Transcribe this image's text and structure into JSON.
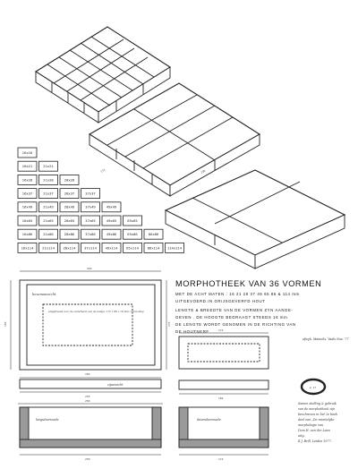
{
  "title": "MORPHOTHEEK VAN 36 VORMEN",
  "description_lines": [
    "MET DE ACHT MATEN : 16  21  28  37  49  65  86  & 114 mm",
    "UITGEVOERD IN GRIJSGEVERFD HOUT",
    "LENGTE & BREEDTE VAN DE VORMEN ZYN AANGE-",
    "GEVEN . DE HOOGTE BEDRAAGT STEEDS 16 mm",
    "DE LENGTE WORDT GENOMEN IN DE RICHTING VAN",
    "DE HOUTNERF"
  ],
  "size_table": [
    [
      "16x16"
    ],
    [
      "16x21",
      "21x21"
    ],
    [
      "16x28",
      "21x28",
      "28x28"
    ],
    [
      "16x37",
      "21x37",
      "28x37",
      "37x37"
    ],
    [
      "16x49",
      "21x49",
      "28x49",
      "37x49",
      "49x49"
    ],
    [
      "16x65",
      "21x65",
      "28x65",
      "37x65",
      "49x65",
      "65x65"
    ],
    [
      "16x86",
      "21x86",
      "28x86",
      "37x86",
      "49x86",
      "65x86",
      "86x86"
    ],
    [
      "16x114",
      "21x114",
      "28x114",
      "37x114",
      "49x114",
      "65x114",
      "86x114",
      "114x114"
    ]
  ],
  "isometric_dims": {
    "middle_depth": "172",
    "middle_length": "230"
  },
  "plan_labels": {
    "front_label": "bovenaanzicht",
    "note_box": "uitgefreesd voor de onderkant van de kastje; 172 x 86 x 16 mm; 3 mm diep",
    "side_label": "zijaanzicht",
    "cross_label_left": "langsdoorsnede",
    "cross_label_right": "dwarsdoorsnede",
    "stamp_text": "afwyk. Mamelis. Vaals Nov. '77"
  },
  "dimensions": {
    "top_overall": "240",
    "left_h": "150",
    "plan_w": "230",
    "side_h": "173",
    "bottom_left_1": "150",
    "bottom_left_2": "230",
    "bottom_left_3": "250",
    "bottom_left_4": "230",
    "right_side_1": "172",
    "right_side_2": "182",
    "right_side_3": "172",
    "ring_label": "ø 17"
  },
  "footer_note": [
    "Samen stelling & gebruik",
    "van de morphotheek zijn",
    "beschreven in het 2e boek",
    "deel van „De ruimtelyke",
    "morphologie van",
    "Dom H. van der Laan",
    "uitg.",
    "E.J. Brill, Leiden 1977."
  ]
}
